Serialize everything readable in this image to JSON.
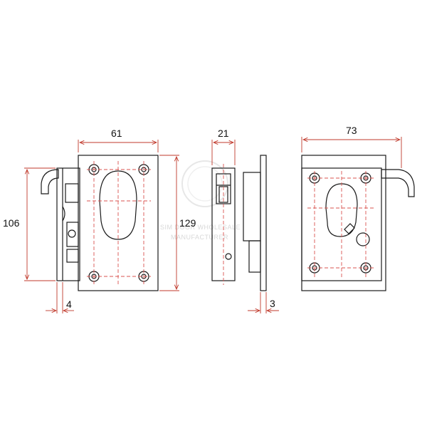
{
  "colors": {
    "line": "#1a1a1a",
    "dimension": "#c0392b",
    "centerline": "#d9534f",
    "watermark": "#d6d6d6",
    "background": "#ffffff"
  },
  "dimensions": {
    "front_width": "61",
    "front_height_outer": "106",
    "front_height_plate": "129",
    "side_depth": "21",
    "side_plate_thickness": "3",
    "rear_width": "73",
    "front_offset": "4"
  },
  "watermark": {
    "line1": "SIM DOOR WHOLESALE",
    "line2": "MANUFACTURER"
  }
}
